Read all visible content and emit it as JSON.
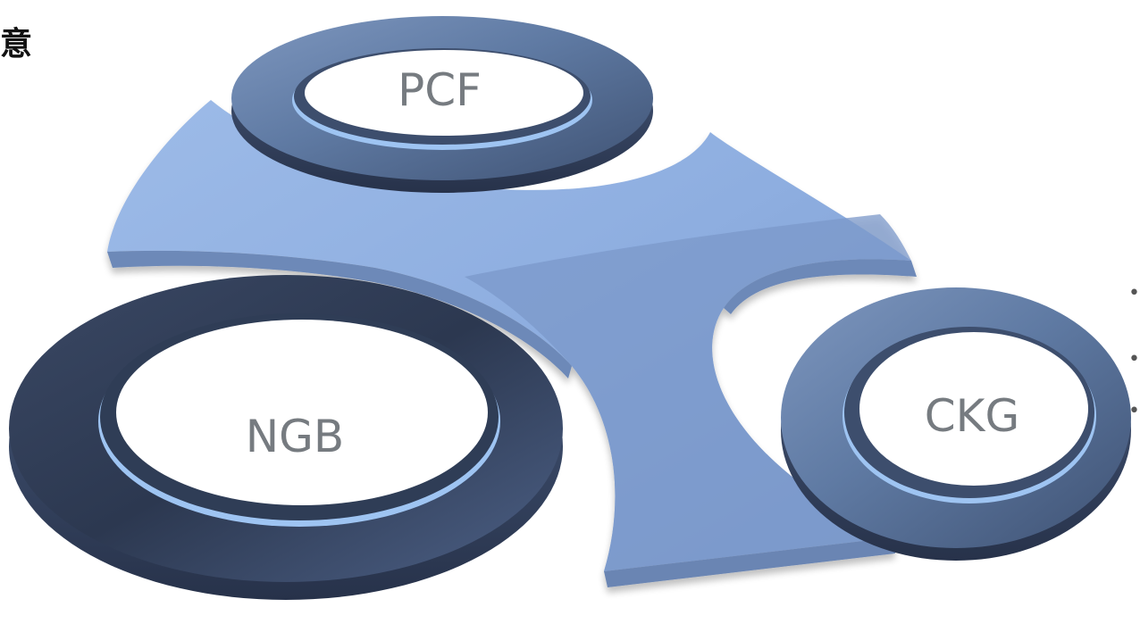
{
  "title_fragment": "意",
  "colors": {
    "hub_light": "#92b2e2",
    "hub_mid": "#7a98c8",
    "hub_shadow": "#6a85b3",
    "ring_top": "#6883ad",
    "ring_side": "#3d4e6d",
    "ring_dark": "#2f3d56",
    "ring_highlight": "#9ec4f2",
    "label_gray": "#767b80"
  },
  "rings": [
    {
      "id": "pcf",
      "label": "PCF"
    },
    {
      "id": "ngb",
      "label": "NGB"
    },
    {
      "id": "ckg",
      "label": "CKG"
    }
  ],
  "edge_marks": [
    "•",
    "•",
    "•"
  ]
}
